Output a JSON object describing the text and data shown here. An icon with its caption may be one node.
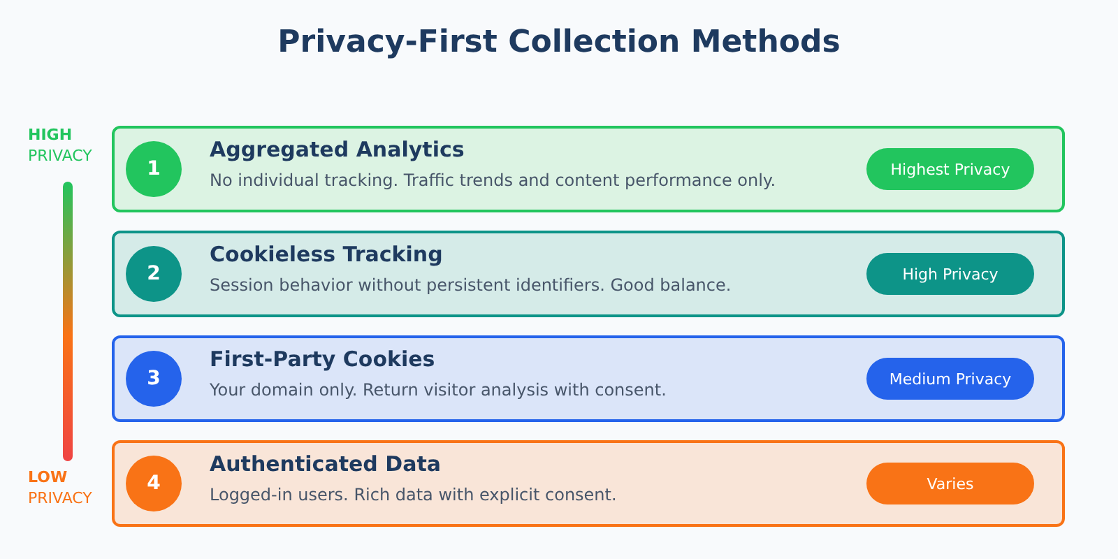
{
  "diagram": {
    "title": "Privacy-First Collection Methods",
    "nodes": [
      {
        "text": [
          "Aggregated Analytics",
          "No individual tracking. Traffic trends and content performance only."
        ]
      },
      {
        "text": [
          "1"
        ],
        "in": 0
      },
      {
        "text": [
          "Highest Privacy"
        ],
        "in": 0
      },
      {
        "text": [
          "Cookieless Tracking",
          "Session behavior without persistent identifiers. Good balance."
        ]
      },
      {
        "text": [
          "2"
        ],
        "in": 3
      },
      {
        "text": [
          "High Privacy"
        ],
        "in": 3
      },
      {
        "text": [
          "First-Party Cookies",
          "Your domain only. Return visitor analysis with consent."
        ]
      },
      {
        "text": [
          "3"
        ],
        "in": 6
      },
      {
        "text": [
          "Medium Privacy"
        ],
        "in": 6
      },
      {
        "text": [
          "Authenticated Data",
          "Logged-in users. Rich data with explicit consent."
        ]
      },
      {
        "text": [
          "4"
        ],
        "in": 9
      },
      {
        "text": [
          "Varies"
        ],
        "in": 9
      }
    ],
    "labels": [
      "HIGH",
      "PRIVACY",
      "LOW",
      "PRIVACY"
    ]
  }
}
